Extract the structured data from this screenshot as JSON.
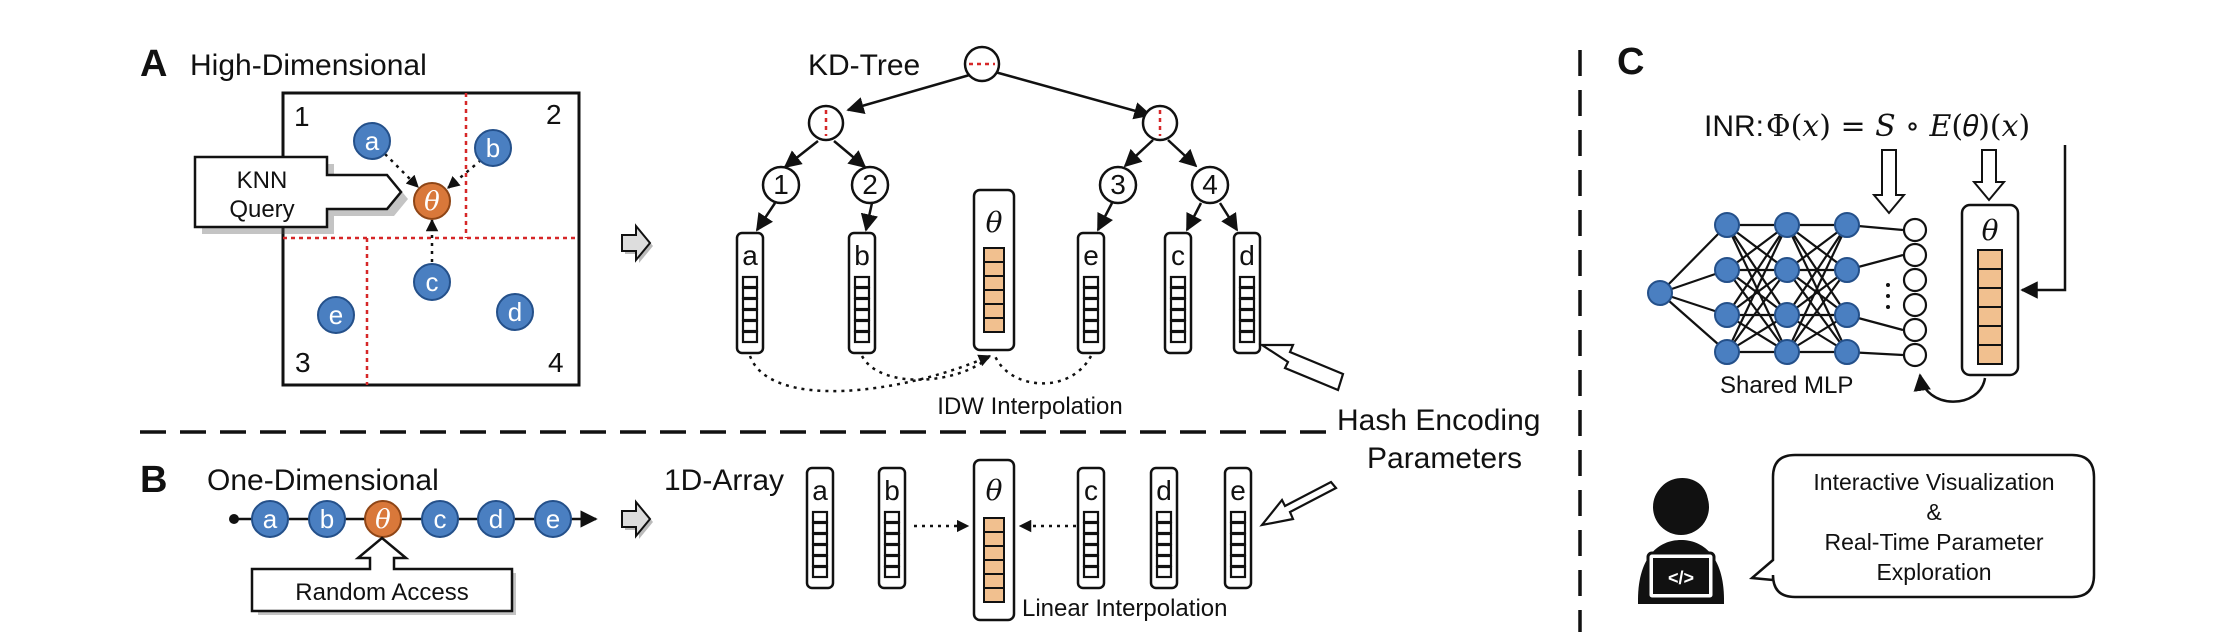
{
  "panels": {
    "a": {
      "letter": "A",
      "title": "High-Dimensional",
      "quadrants": [
        "1",
        "2",
        "3",
        "4"
      ],
      "points": [
        "a",
        "b",
        "c",
        "d",
        "e"
      ],
      "query_point": "θ",
      "knn_label_line1": "KNN",
      "knn_label_line2": "Query"
    },
    "kdtree": {
      "title": "KD-Tree",
      "leaf_ids": [
        "1",
        "2",
        "3",
        "4"
      ],
      "leaves": [
        "a",
        "b",
        "e",
        "c",
        "d"
      ],
      "center": "θ",
      "interp_label": "IDW Interpolation"
    },
    "b": {
      "letter": "B",
      "title": "One-Dimensional",
      "sequence": [
        "a",
        "b",
        "θ",
        "c",
        "d",
        "e"
      ],
      "random_access": "Random Access",
      "array_title": "1D-Array",
      "array_items": [
        "a",
        "b",
        "c",
        "d",
        "e"
      ],
      "center": "θ",
      "interp_label": "Linear Interpolation"
    },
    "hash": {
      "line1": "Hash Encoding",
      "line2": "Parameters"
    },
    "c": {
      "letter": "C",
      "inr_prefix": "INR:",
      "inr_formula": "Φ(𝑥) = 𝑆  ∘  𝐸(𝜃)(𝑥)",
      "theta": "θ",
      "mlp_label": "Shared MLP",
      "bubble_line1": "Interactive Visualization",
      "bubble_line2": "&",
      "bubble_line3": "Real-Time Parameter",
      "bubble_line4": "Exploration",
      "laptop_code": "</>"
    }
  },
  "colors": {
    "blue": "#4a7fc1",
    "orange": "#d9783a",
    "light_orange": "#f1c08f",
    "red_dash": "#d62728"
  }
}
